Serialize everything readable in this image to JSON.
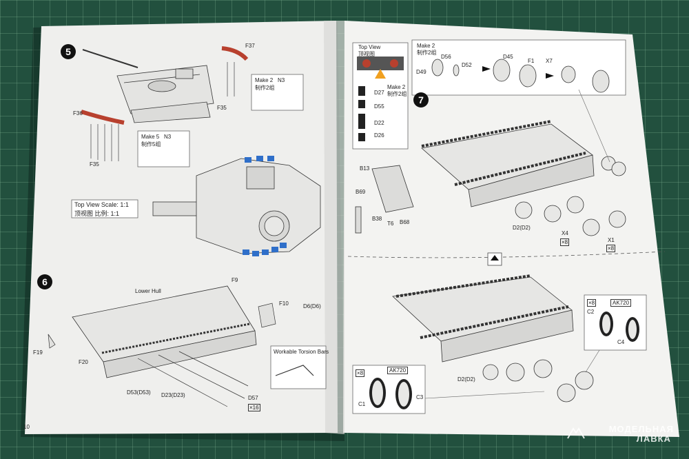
{
  "page": {
    "page_number": "10",
    "watermark_line1": "МОДЕЛЬНАЯ",
    "watermark_line2": "ЛАВКА"
  },
  "left": {
    "step5": {
      "number": "5",
      "labels": {
        "f37": "F37",
        "f36": "F36",
        "f35a": "F35",
        "f35b": "F35",
        "n3a": "N3",
        "n3b": "N3"
      },
      "make2": {
        "line1": "Make 2",
        "line2": "制作2组"
      },
      "make5": {
        "line1": "Make 5",
        "line2": "制作5组"
      },
      "scale": {
        "line1": "Top View Scale: 1:1",
        "line2": "顶视图 比例: 1:1"
      }
    },
    "step6": {
      "number": "6",
      "labels": {
        "lower_hull": "Lower Hull",
        "f9": "F9",
        "f10": "F10",
        "d6": "D6(D6)",
        "f19": "F19",
        "f20": "F20",
        "d53": "D53(D53)",
        "d23": "D23(D23)",
        "d57": "D57",
        "x16": "×16"
      },
      "torsion": "Workable Torsion Bars"
    }
  },
  "right": {
    "topview": {
      "line1": "Top View",
      "line2": "顶视图",
      "make2_line1": "Make 2",
      "make2_line2": "制作2组",
      "d27": "D27",
      "d55": "D55",
      "d22": "D22",
      "d26": "D26"
    },
    "make2_top": {
      "line1": "Make 2",
      "line2": "制作2组",
      "d49": "D49",
      "d56": "D56",
      "d52": "D52",
      "d45": "D45",
      "f1": "F1",
      "x7": "X7"
    },
    "step7": {
      "number": "7",
      "labels": {
        "b13": "B13",
        "b69": "B69",
        "b38": "B38",
        "t6": "T6",
        "b68": "B68",
        "d2": "D2(D2)",
        "x4": "X4",
        "x8a": "×8",
        "x1": "X1",
        "x8b": "×8"
      }
    },
    "lower": {
      "labels": {
        "x8c": "×8",
        "ak720a": "AK720",
        "c2": "C2",
        "c4": "C4",
        "d2b": "D2(D2)",
        "x8d": "×8",
        "ak720b": "AK720",
        "c1": "C1",
        "c3": "C3"
      }
    }
  },
  "colors": {
    "mat": "#22503e",
    "paper": "#f3f3f1",
    "accent_red": "#b8402e",
    "accent_blue": "#2f6fc9",
    "ink": "#2a2a2a"
  }
}
